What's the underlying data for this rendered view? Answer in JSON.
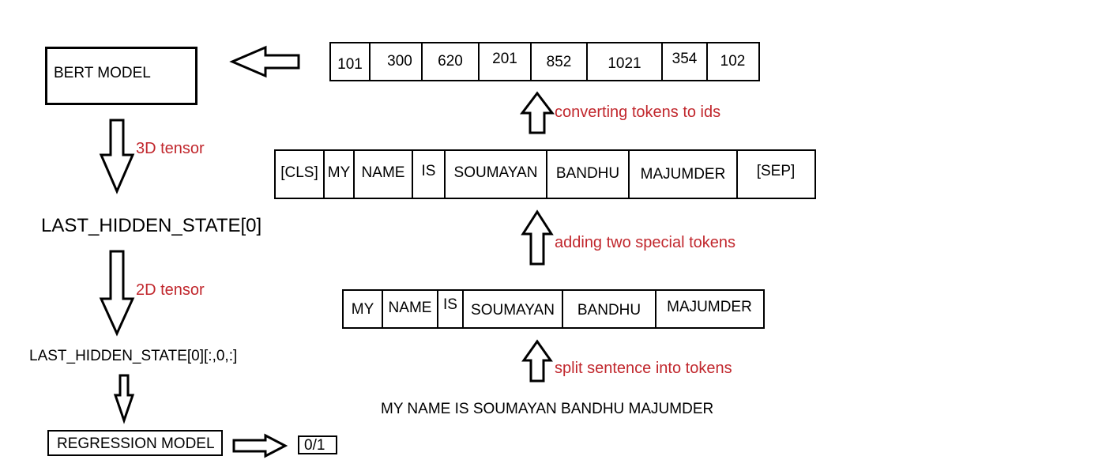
{
  "bert_box": {
    "label": "BERT MODEL"
  },
  "token_ids": [
    "101",
    "300",
    "620",
    "201",
    "852",
    "1021",
    "354",
    "102"
  ],
  "special_tokens": [
    "[CLS]",
    "MY",
    "NAME",
    "IS",
    "SOUMAYAN",
    "BANDHU",
    "MAJUMDER",
    "[SEP]"
  ],
  "split_tokens": [
    "MY",
    "NAME",
    "IS",
    "SOUMAYAN",
    "BANDHU",
    "MAJUMDER"
  ],
  "sentence": "MY NAME IS SOUMAYAN BANDHU MAJUMDER",
  "steps": {
    "split": "split sentence into tokens",
    "special": "adding two special tokens",
    "to_ids": "converting tokens to ids"
  },
  "left_flow": {
    "tensor_3d": "3D tensor",
    "last_hidden_state": "LAST_HIDDEN_STATE[0]",
    "tensor_2d": "2D tensor",
    "cls_slice": "LAST_HIDDEN_STATE[0][:,0,:]",
    "regression": "REGRESSION MODEL",
    "output": "0/1"
  },
  "colors": {
    "annotation": "#c1272d",
    "stroke": "#000000"
  }
}
